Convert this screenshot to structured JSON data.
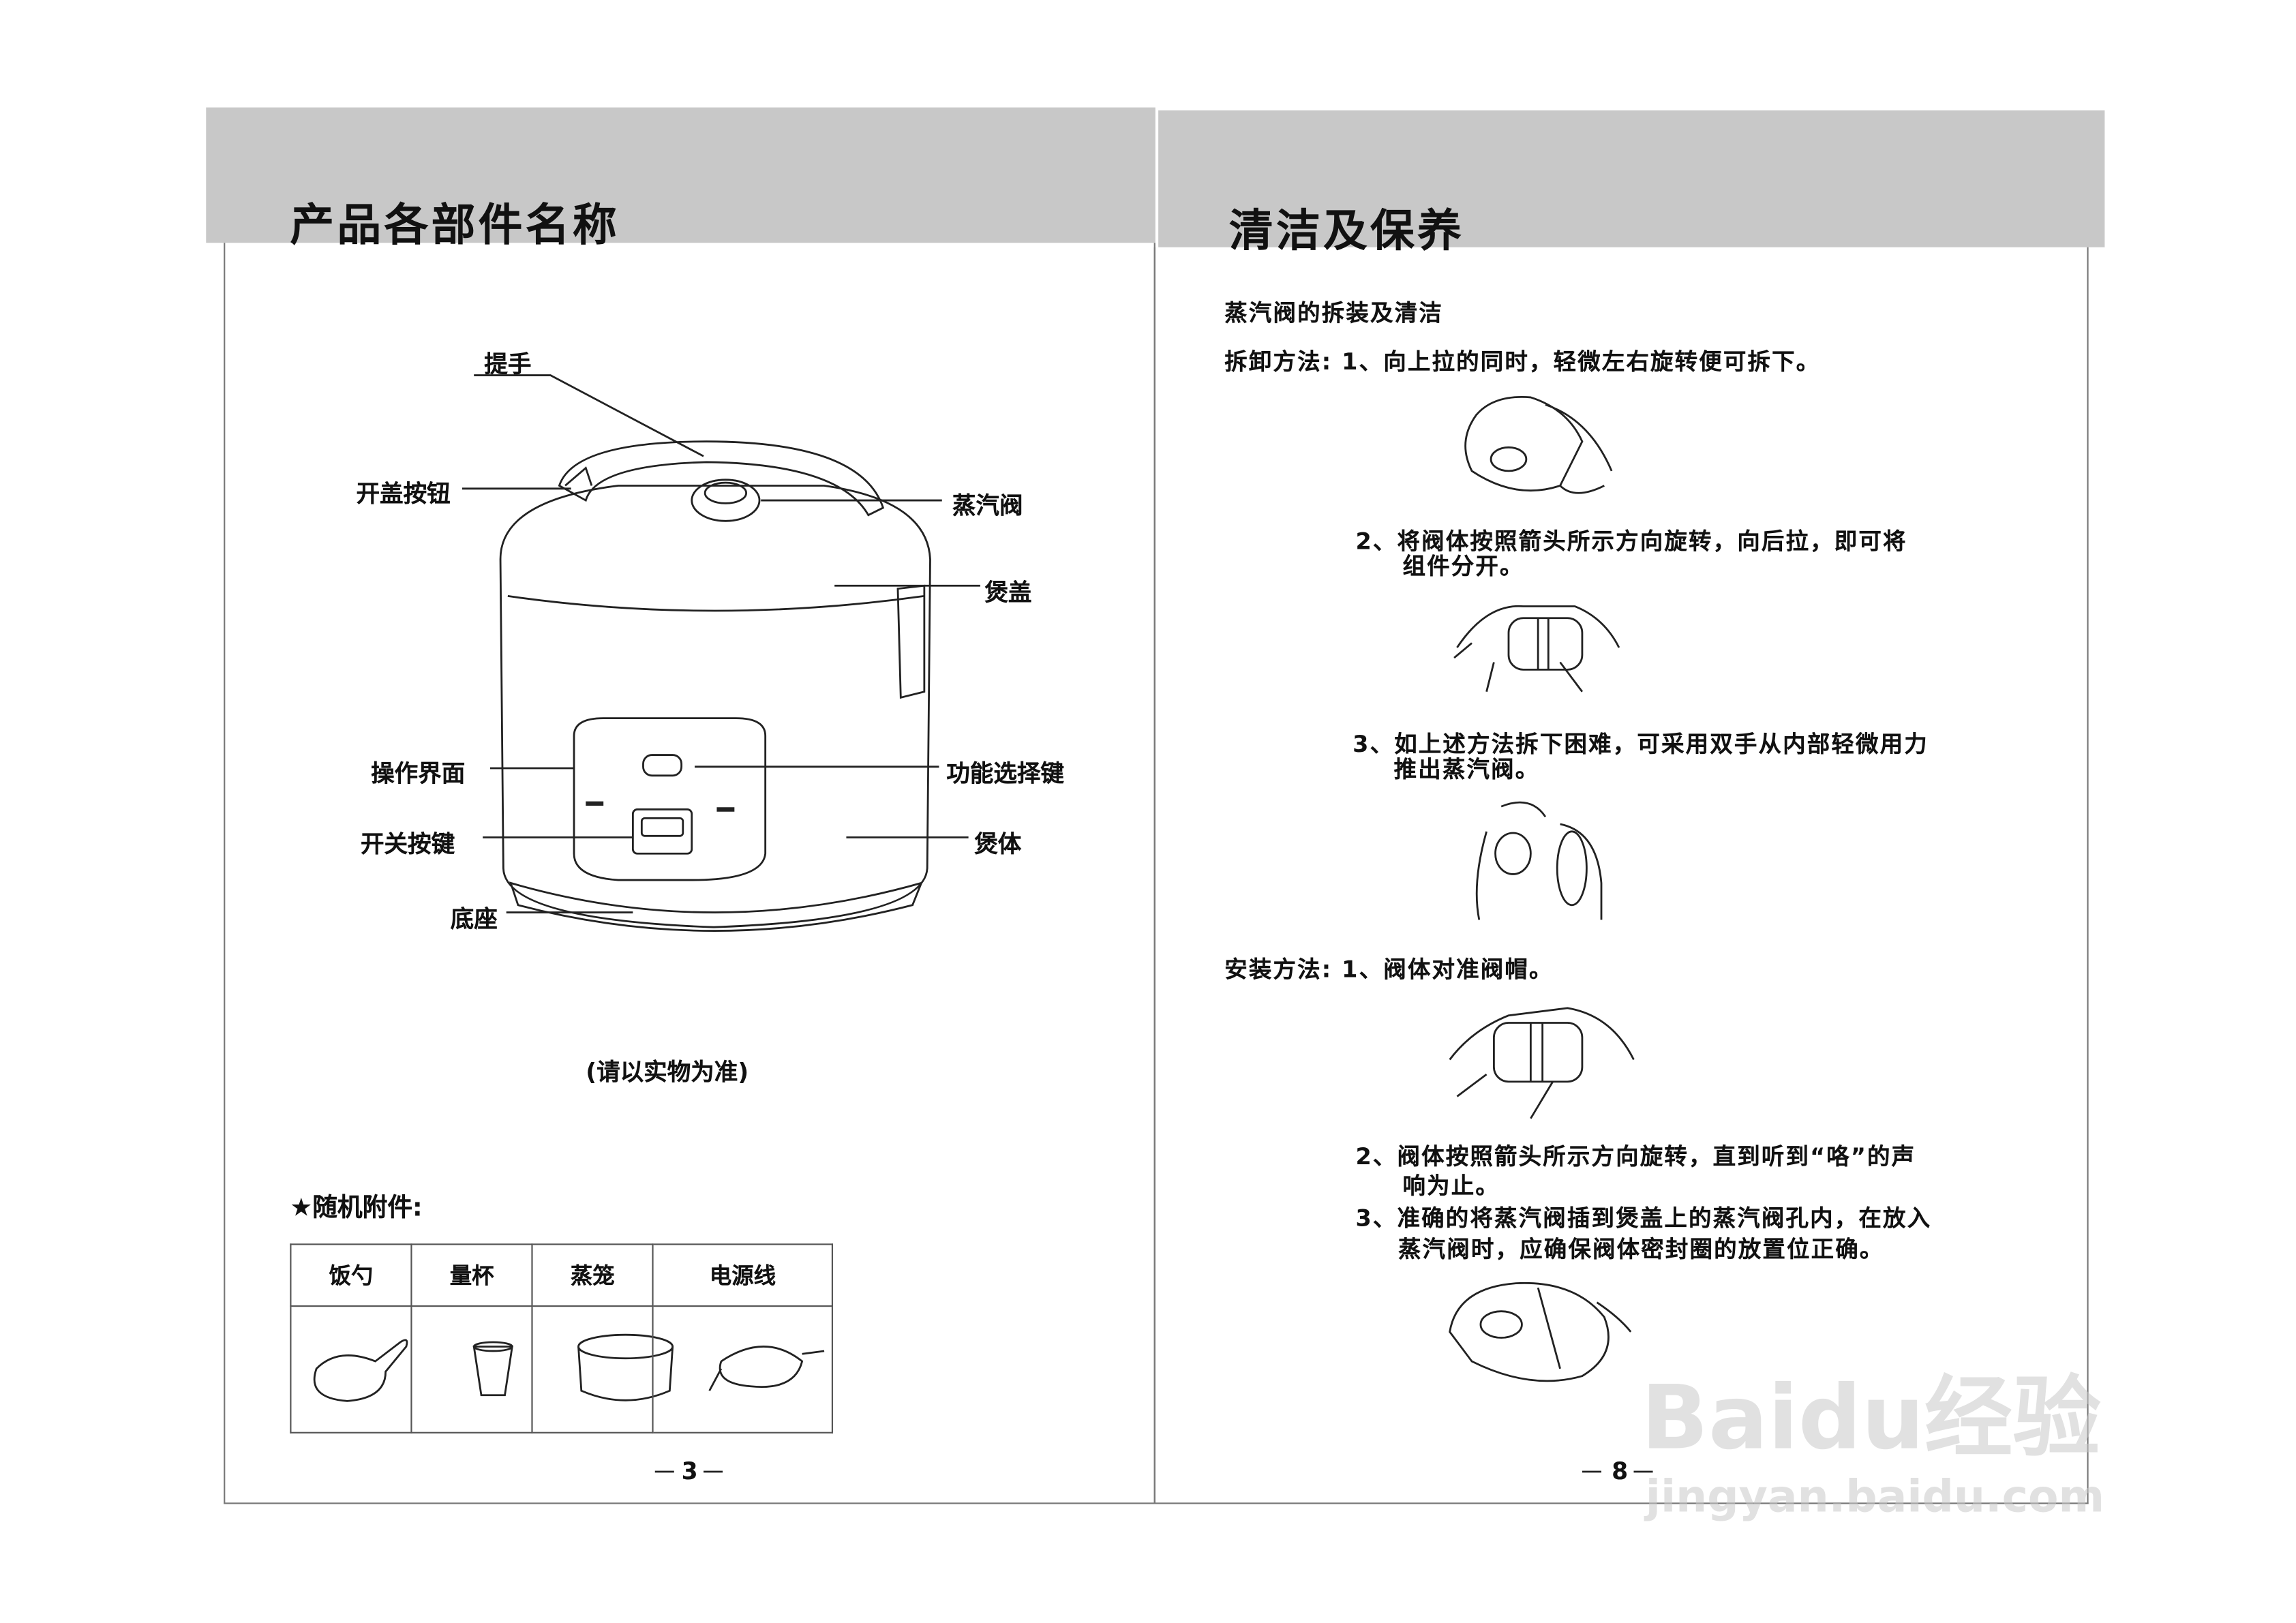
{
  "left_page": {
    "title": "产品各部件名称",
    "labels": {
      "handle": "提手",
      "lid_button": "开盖按钮",
      "steam_valve": "蒸汽阀",
      "lid": "煲盖",
      "control_panel": "操作界面",
      "function_key": "功能选择键",
      "power_key": "开关按键",
      "body": "煲体",
      "base": "底座"
    },
    "note": "(请以实物为准)",
    "accessories_title": "★随机附件:",
    "accessories": [
      "饭勺",
      "量杯",
      "蒸笼",
      "电源线"
    ],
    "page_number": "3"
  },
  "right_page": {
    "title": "清洁及保养",
    "section_title": "蒸汽阀的拆装及清洁",
    "remove_line1": "拆卸方法: 1、向上拉的同时，轻微左右旋转便可拆下。",
    "remove_step2_a": "2、将阀体按照箭头所示方向旋转，向后拉，即可将",
    "remove_step2_b": "组件分开。",
    "remove_step3_a": "3、如上述方法拆下困难，可采用双手从内部轻微用力",
    "remove_step3_b": "推出蒸汽阀。",
    "install_line1": "安装方法: 1、阀体对准阀帽。",
    "install_step2_a": "2、阀体按照箭头所示方向旋转，直到听到“咯”的声",
    "install_step2_b": "响为止。",
    "install_step3_a": "3、准确的将蒸汽阀插到煲盖上的蒸汽阀孔内，在放入",
    "install_step3_b": "蒸汽阀时，应确保阀体密封圈的放置位正确。",
    "page_number": "8"
  },
  "watermark": {
    "brand": "Baidu经验",
    "url": "jingyan.baidu.com"
  }
}
